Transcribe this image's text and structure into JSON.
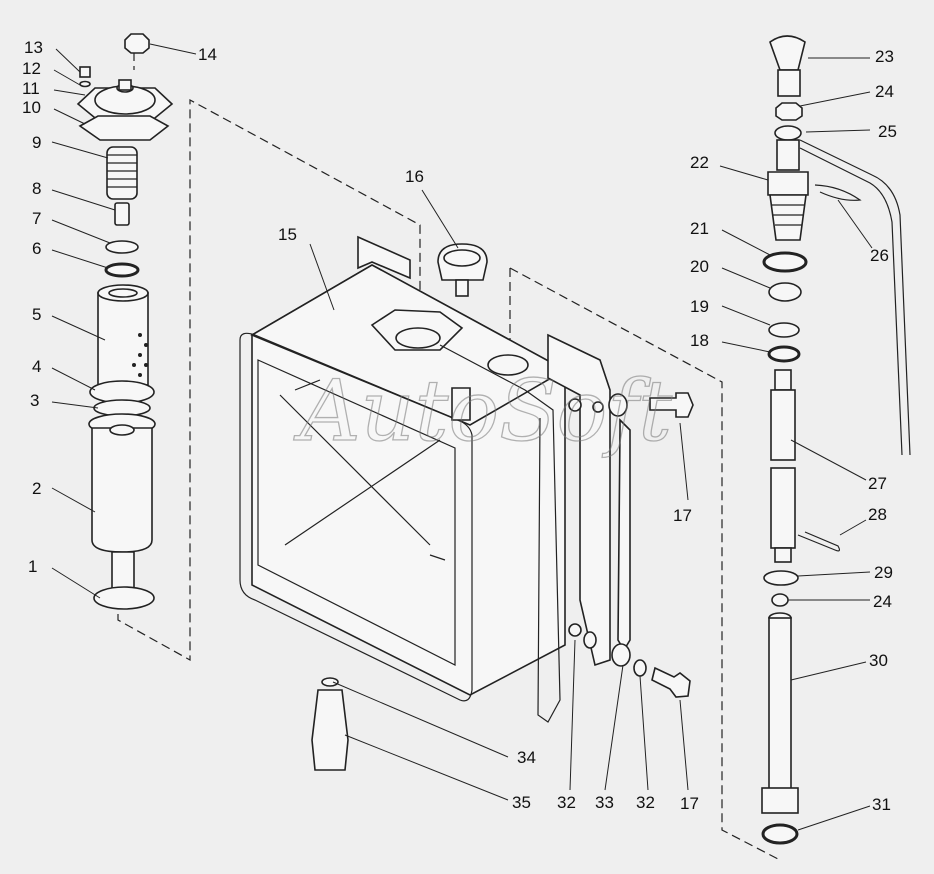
{
  "watermark": "AutoSoft",
  "labels": {
    "p1": "1",
    "p2": "2",
    "p3": "3",
    "p4": "4",
    "p5": "5",
    "p6": "6",
    "p7": "7",
    "p8": "8",
    "p9": "9",
    "p10": "10",
    "p11": "11",
    "p12": "12",
    "p13": "13",
    "p14": "14",
    "p15": "15",
    "p16": "16",
    "p17a": "17",
    "p17b": "17",
    "p18": "18",
    "p19": "19",
    "p20": "20",
    "p21": "21",
    "p22": "22",
    "p23": "23",
    "p24a": "24",
    "p24b": "24",
    "p25": "25",
    "p26": "26",
    "p27": "27",
    "p28": "28",
    "p29": "29",
    "p30": "30",
    "p31": "31",
    "p32a": "32",
    "p32b": "32",
    "p33": "33",
    "p34": "34",
    "p35": "35"
  }
}
